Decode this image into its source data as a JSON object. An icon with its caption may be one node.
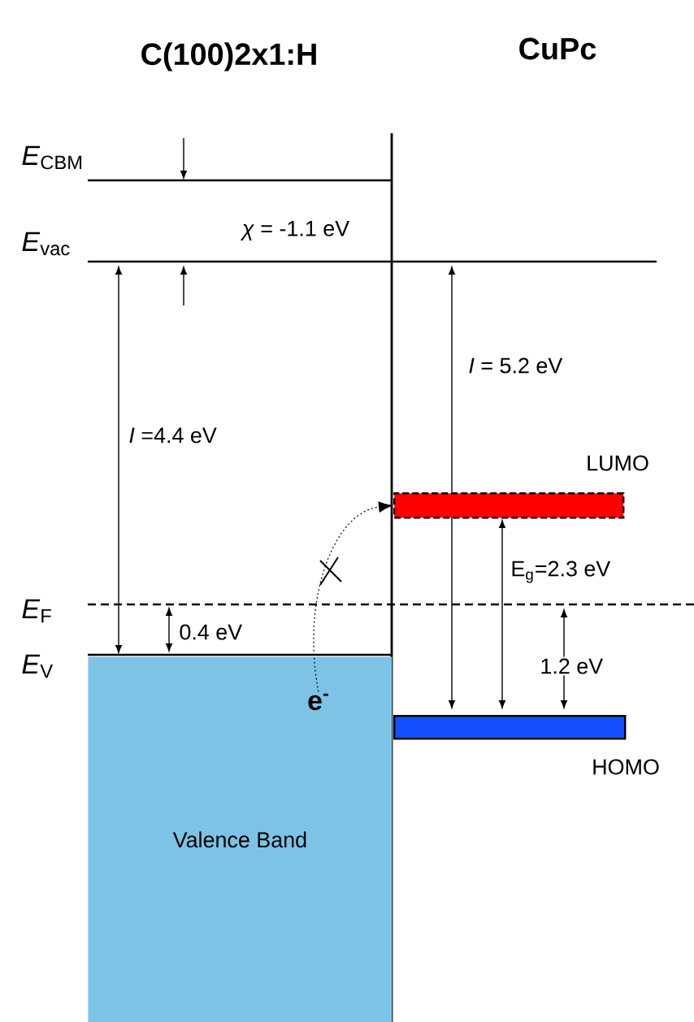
{
  "diagram": {
    "nodes": [
      {
        "text": [
          "Valence Band"
        ]
      },
      {
        "text": [
          "LUMO"
        ]
      },
      {
        "text": [
          "HOMO"
        ]
      },
      {
        "text": [
          "e$^{-}$"
        ],
        "in": 0
      }
    ],
    "edges": [
      {
        "from": 3,
        "to": 1,
        "arrow": "to",
        "style": "dashed"
      }
    ],
    "labels": [
      "C(100)2x1:H",
      "CuPc",
      "*E*$_{CBM}$",
      "*χ* = -1.1 eV",
      "*E*$_{vac}$",
      "*I* = 5.2 eV",
      "*I* =4.4 eV",
      "E$_{g}$=2.3 eV",
      "*E*$_{F}$",
      "0.4 eV",
      "1.2 eV",
      "*E*$_{V}$"
    ]
  }
}
